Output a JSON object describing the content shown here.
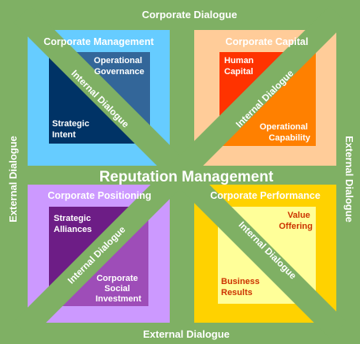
{
  "frame": {
    "top": "Corporate Dialogue",
    "bottom": "External Dialogue",
    "left": "External Dialogue",
    "right": "External Dialogue",
    "center": "Reputation Management"
  },
  "diagonal_label": "Internal Dialogue",
  "quadrants": {
    "top_left": {
      "title": "Corporate Management",
      "upper": [
        "Operational",
        "Governance"
      ],
      "lower": [
        "Strategic",
        "Intent"
      ]
    },
    "top_right": {
      "title": "Corporate Capital",
      "upper": [
        "Human",
        "Capital"
      ],
      "lower": [
        "Operational",
        "Capability"
      ]
    },
    "bottom_left": {
      "title": "Corporate Positioning",
      "upper": [
        "Strategic",
        "Alliances"
      ],
      "lower": [
        "Corporate",
        "Social",
        "Investment"
      ]
    },
    "bottom_right": {
      "title": "Corporate Performance",
      "upper": [
        "Value",
        "Offering"
      ],
      "lower": [
        "Business",
        "Results"
      ]
    }
  },
  "colors": {
    "background": "#7fb064",
    "diagonal": "#7fb064",
    "tl_outer": "#66ccff",
    "tl_inner_a": "#336699",
    "tl_inner_b": "#003366",
    "tr_outer": "#ffcc99",
    "tr_inner_a": "#ff3300",
    "tr_inner_b": "#ff8000",
    "bl_outer": "#cc99ff",
    "bl_inner_a": "#6d1d86",
    "bl_inner_b": "#9e4db8",
    "br_outer": "#ffd200",
    "br_inner_a": "#ffff99",
    "br_inner_b": "#ffff99",
    "br_text": "#cc3300"
  }
}
